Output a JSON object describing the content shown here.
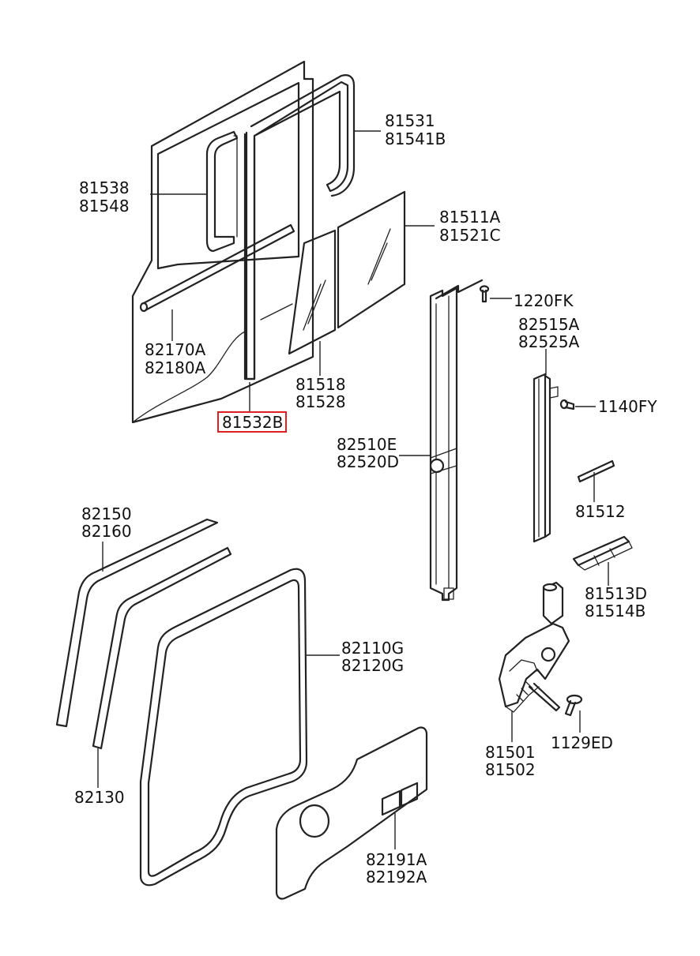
{
  "labels": {
    "p81531": "81531",
    "p81541B": "81541B",
    "p81538": "81538",
    "p81548": "81548",
    "p81511A": "81511A",
    "p81521C": "81521C",
    "p1220FK": "1220FK",
    "p82515A": "82515A",
    "p82525A": "82525A",
    "p82170A": "82170A",
    "p82180A": "82180A",
    "p81518": "81518",
    "p81528": "81528",
    "p1140FY": "1140FY",
    "p81532B": "81532B",
    "p82510E": "82510E",
    "p82520D": "82520D",
    "p81512": "81512",
    "p82150": "82150",
    "p82160": "82160",
    "p81513D": "81513D",
    "p81514B": "81514B",
    "p82110G": "82110G",
    "p82120G": "82120G",
    "p81501": "81501",
    "p81502": "81502",
    "p1129ED": "1129ED",
    "p82130": "82130",
    "p82191A": "82191A",
    "p82192A": "82192A"
  },
  "highlight": {
    "part": "81532B",
    "color": "#e02020"
  }
}
